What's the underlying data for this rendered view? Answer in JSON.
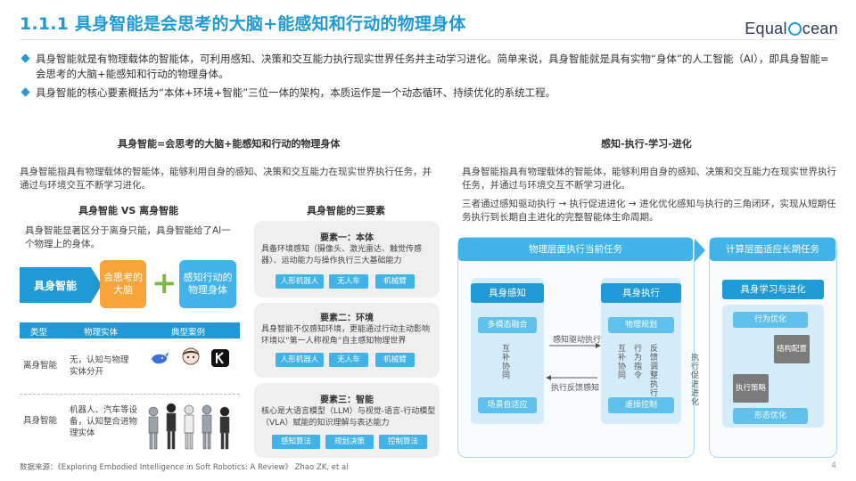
{
  "header": {
    "title": "1.1.1 具身智能是会思考的大脑+能感知和行动的物理身体",
    "logo_prefix": "Equal",
    "logo_suffix": "cean"
  },
  "bullets": [
    "具身智能就是有物理载体的智能体，可利用感知、决策和交互能力执行现实世界任务并主动学习进化。简单来说，具身智能就是具有实物“身体”的人工智能（AI），即具身智能=会思考的大脑+能感知和行动的物理身体。",
    "具身智能的核心要素概括为“本体+环境+智能”三位一体的架构，本质运作是一个动态循环、持续优化的系统工程。"
  ],
  "left_section": {
    "title": "具身智能=会思考的大脑+能感知和行动的物理身体",
    "intro": "具身智能指具有物理载体的智能体，能够利用自身的感知、决策和交互能力在现实世界执行任务，并通过与环境交互不断学习进化。"
  },
  "comparison": {
    "title": "具身智能 VS 离身智能",
    "desc": "具身智能显著区分于离身只能，具身智能给了AI一个物理上的身体。",
    "left_label": "具身智能",
    "brain": "会思考的大脑",
    "body": "感知行动的物理身体",
    "table_headers": [
      "类型",
      "物理实体",
      "典型案例"
    ],
    "rows": [
      {
        "type": "离身智能",
        "entity": "无，认知与物理实体分开"
      },
      {
        "type": "具身智能",
        "entity": "机器人、汽车等设备，认知整合进物理实体"
      }
    ]
  },
  "elements": {
    "title": "具身智能的三要素",
    "cards": [
      {
        "title": "要素一：本体",
        "text": "具备环境感知（摄像头、激光雷达、触觉传感器）、运动能力与操作执行三大基础能力",
        "tags": [
          "人形机器人",
          "无人车",
          "机械臂"
        ]
      },
      {
        "title": "要素二：环境",
        "text": "具身智能不仅感知环境，更能通过行动主动影响环境以“第一人称视角”自主感知物理世界",
        "tags": [
          "人形机器人",
          "无人车",
          "机械臂"
        ]
      },
      {
        "title": "要素三：智能",
        "text": "核心是大语言模型（LLM）与视觉-语言-行动模型（VLA）赋能的知识理解与表达能力",
        "tags": [
          "感知算法",
          "规划决策",
          "控制算法"
        ]
      }
    ]
  },
  "right_section": {
    "title": "感知-执行-学习-进化",
    "intro1": "具身智能指具有物理载体的智能体，能够利用自身的感知、决策和交互能力在现实世界执行任务，并通过与环境交互不断学习进化。",
    "intro2": "三者通过感知驱动执行 → 执行促进进化 → 进化优化感知与执行的三角闭环，实现从短期任务执行到长期自主进化的完整智能体生命周期。",
    "panel1_header": "物理层面执行当前任务",
    "panel2_header": "计算层面适应长期任务",
    "perception": "具身感知",
    "execution": "具身执行",
    "learning": "具身学习与进化",
    "fusion": "多模态融合",
    "scene": "场景自适应",
    "motion": "物理规划",
    "control": "遥操控制",
    "perceive_to_exec": "感知驱动执行",
    "exec_to_perceive": "执行反馈感知",
    "v_left": "互补协同",
    "v_right1": "互补协同",
    "v_right2": "行为指令",
    "v_right3": "反馈调整执行",
    "exec_to_evolve": "执行促进进化",
    "behavior_opt": "行为优化",
    "structure_opt": "结构配置",
    "exec_strategy": "执行策略",
    "form_opt": "形态优化"
  },
  "footer": {
    "source": "数据来源：《Exploring Embodied Intelligence in Soft Robotics: A Review》 Zhao ZK, et al",
    "page": "4"
  }
}
